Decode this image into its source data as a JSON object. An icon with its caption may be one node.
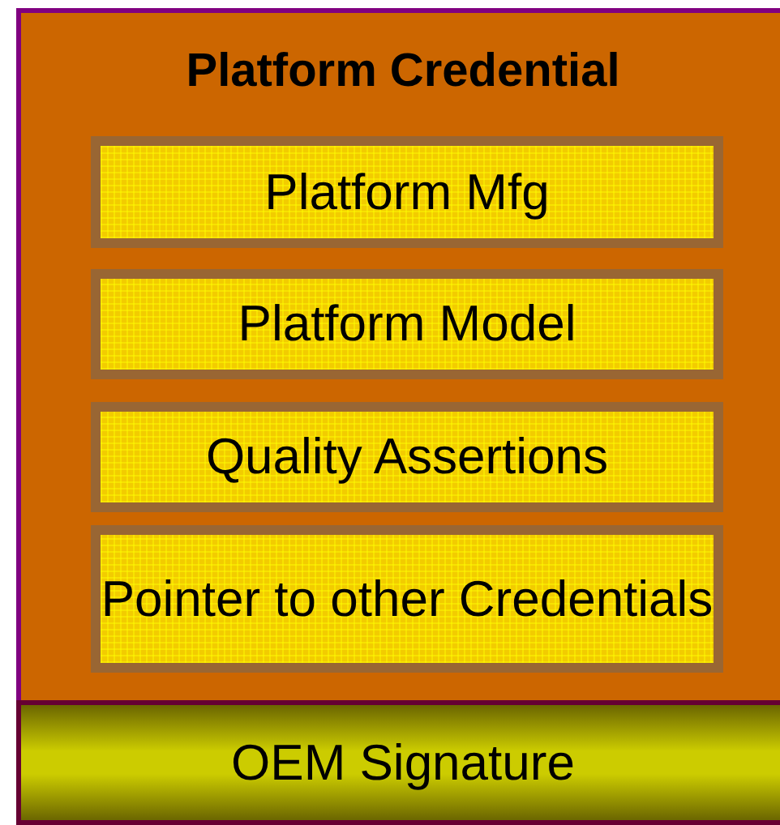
{
  "diagram": {
    "nodes": [
      {
        "text": [
          "Platform Credential"
        ]
      },
      {
        "text": [
          "Platform Mfg"
        ],
        "in": 0
      },
      {
        "text": [
          "Platform Model"
        ],
        "in": 0
      },
      {
        "text": [
          "Quality Assertions"
        ],
        "in": 0
      },
      {
        "text": [
          "Pointer to other Credentials"
        ],
        "in": 0
      },
      {
        "text": [
          "OEM Signature"
        ],
        "in": 0
      }
    ]
  }
}
